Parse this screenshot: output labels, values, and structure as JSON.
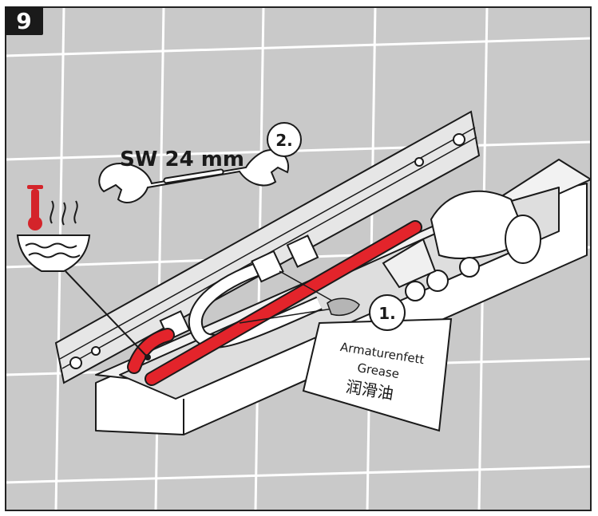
{
  "step_number": "9",
  "wrench": {
    "size_label": "SW 24 mm",
    "step_label": "2."
  },
  "grease": {
    "step_label": "1.",
    "label_de": "Armaturenfett",
    "label_en": "Grease",
    "label_zh": "润滑油"
  },
  "icons": [
    "thermometer-icon",
    "hot-water-bowl-icon",
    "wrench-icon"
  ],
  "colors": {
    "tile_bg": "#c9c9c9",
    "grout": "#ffffff",
    "hose_red": "#e3242b",
    "outline": "#1a1a1a",
    "housing": "#ffffff",
    "thermo_red": "#d4242a"
  }
}
